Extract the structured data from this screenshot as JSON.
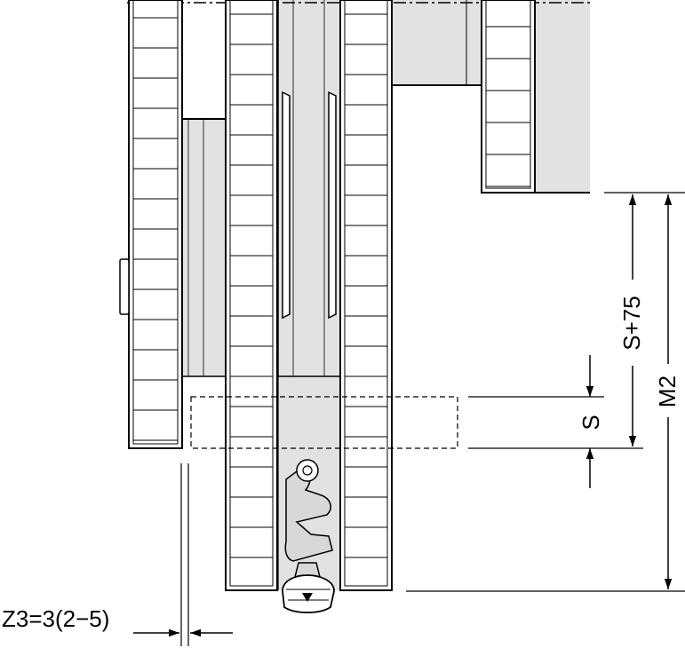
{
  "dimensions": {
    "s_plus_75": "S+75",
    "m2": "M2",
    "s": "S",
    "z3": "Z3=3(2−5)"
  },
  "colors": {
    "line": "#000000",
    "shade": "#e2e2e2",
    "shade_dark": "#cfcfcf",
    "background": "#ffffff"
  }
}
